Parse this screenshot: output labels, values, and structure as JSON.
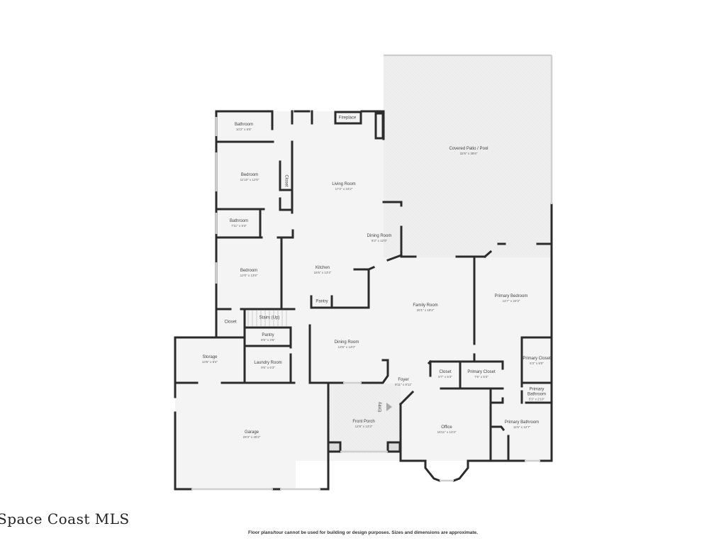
{
  "plan": {
    "rooms": [
      {
        "name": "Bathroom",
        "dims": "10'2\" x 5'6\""
      },
      {
        "name": "Fireplace",
        "dims": ""
      },
      {
        "name": "Bedroom",
        "dims": "11'10\" x 12'6\""
      },
      {
        "name": "Closet",
        "dims": ""
      },
      {
        "name": "Living Room",
        "dims": "17'2\" x 24'2\""
      },
      {
        "name": "Covered Patio / Pool",
        "dims": "32'6\" x 38'6\""
      },
      {
        "name": "Bathroom",
        "dims": "7'11\" x 5'3\""
      },
      {
        "name": "Dining Room",
        "dims": "9'3\" x 12'0\""
      },
      {
        "name": "Bedroom",
        "dims": "12'0\" x 13'6\""
      },
      {
        "name": "Kitchen",
        "dims": "16'6\" x 13'4\""
      },
      {
        "name": "Pantry",
        "dims": ""
      },
      {
        "name": "Family Room",
        "dims": "20'1\" x 19'2\""
      },
      {
        "name": "Primary Bedroom",
        "dims": "14'7\" x 22'3\""
      },
      {
        "name": "Closet",
        "dims": ""
      },
      {
        "name": "Stairs (Up)",
        "dims": ""
      },
      {
        "name": "Pantry",
        "dims": "8'6\" x 3'6\""
      },
      {
        "name": "Dining Room",
        "dims": "13'5\" x 14'0\""
      },
      {
        "name": "Storage",
        "dims": "13'5\" x 8'4\""
      },
      {
        "name": "Laundry Room",
        "dims": "9'6\" x 6'3\""
      },
      {
        "name": "Primary Closet",
        "dims": "5'3\" x 9'0\""
      },
      {
        "name": "Closet",
        "dims": "5'7\" x 5'3\""
      },
      {
        "name": "Primary Closet",
        "dims": "7'6\" x 5'3\""
      },
      {
        "name": "Foyer",
        "dims": "9'11\" x 8'11\""
      },
      {
        "name": "Primary Bathroom",
        "dims": "5'3\" x 2'10\""
      },
      {
        "name": "Entry",
        "dims": ""
      },
      {
        "name": "Front Porch",
        "dims": "12'8\" x 13'3\""
      },
      {
        "name": "Office",
        "dims": "16'11\" x 14'3\""
      },
      {
        "name": "Primary Bathroom",
        "dims": "11'5\" x 12'7\""
      },
      {
        "name": "Garage",
        "dims": "29'3\" x 20'2\""
      }
    ]
  },
  "footer": {
    "watermark": "Space Coast MLS",
    "disclaimer": "Floor plans/tour cannot be used for building or design purposes. Sizes and dimensions are approximate."
  },
  "colors": {
    "wall": "#2b2b2b",
    "floor": "#f4f4f4",
    "patio": "#ededed",
    "window": "#cfcfcf"
  }
}
